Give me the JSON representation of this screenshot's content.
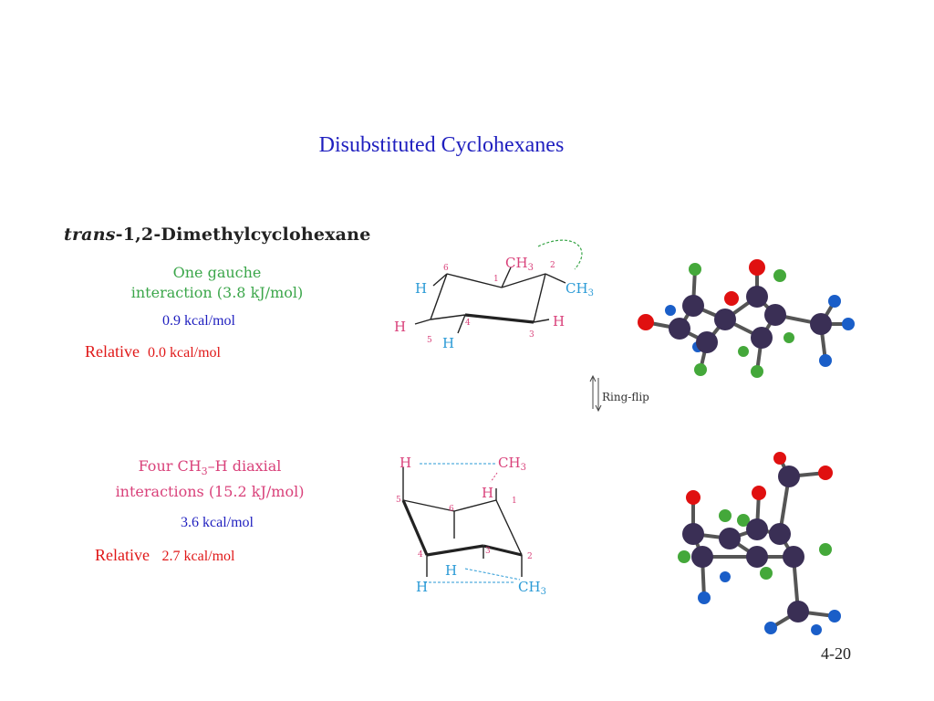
{
  "title": "Disubstituted Cyclohexanes",
  "heading": {
    "italic": "trans",
    "rest": "-1,2-Dimethylcyclohexane"
  },
  "top": {
    "interaction": [
      "One gauche",
      "interaction (3.8 kJ/mol)"
    ],
    "kcal": "0.9 kcal/mol",
    "relative_label": "Relative",
    "relative_value": "0.0 kcal/mol"
  },
  "ring_flip": "Ring-flip",
  "bottom": {
    "interaction": [
      "Four CH3–H diaxial",
      "interactions (15.2 kJ/mol)"
    ],
    "kcal": "3.6 kcal/mol",
    "relative_label": "Relative",
    "relative_value": "2.7 kcal/mol"
  },
  "top_structure": {
    "H_left_upper": "H",
    "H_left_lower": "H",
    "H_bottom": "H",
    "H_right": "H",
    "CH3_top": "CH3",
    "CH3_right": "CH3",
    "numbers": [
      "1",
      "2",
      "3",
      "4",
      "5",
      "6"
    ]
  },
  "bottom_structure": {
    "H_top_left": "H",
    "CH3_top_right": "CH3",
    "H_mid": "H",
    "H_lower": "H",
    "H_bottom_left": "H",
    "CH3_bottom_right": "CH3",
    "numbers": [
      "1",
      "2",
      "3",
      "4",
      "5",
      "6"
    ]
  },
  "slide_number": "4-20",
  "colors": {
    "title": "#1f1fbf",
    "gauche": "#3ba64a",
    "diaxial": "#d9417a",
    "relative": "#e01818",
    "carbon": "#3a2f55",
    "oxygen_red": "#e01010",
    "green_atom": "#44a83a",
    "blue_atom": "#1a5ec8"
  }
}
